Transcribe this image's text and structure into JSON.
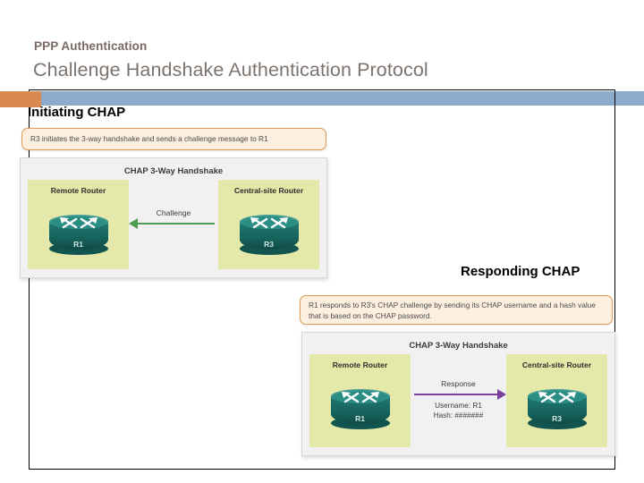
{
  "header": {
    "eyebrow": "PPP Authentication",
    "title": "Challenge Handshake Authentication Protocol",
    "accent_orange": "#d98a51",
    "accent_blue": "#8aabcc",
    "title_color": "#7b736e"
  },
  "sections": {
    "initiating": {
      "label": "Initiating CHAP",
      "callout": "R3 initiates the 3-way handshake and sends a challenge message to R1",
      "diagram": {
        "title": "CHAP 3-Way Handshake",
        "left_panel_label": "Remote Router",
        "left_router_name": "R1",
        "right_panel_label": "Central-site Router",
        "right_router_name": "R3",
        "arrow_label": "Challenge",
        "arrow_direction": "left",
        "arrow_color": "#4e9c4e",
        "panel_color": "#e4e9a9",
        "detail_lines": []
      }
    },
    "responding": {
      "label": "Responding CHAP",
      "callout": "R1 responds to R3's CHAP challenge by sending its CHAP username and a hash value that is based on the CHAP password.",
      "diagram": {
        "title": "CHAP 3-Way Handshake",
        "left_panel_label": "Remote Router",
        "left_router_name": "R1",
        "right_panel_label": "Central-site Router",
        "right_router_name": "R3",
        "arrow_label": "Response",
        "arrow_direction": "right",
        "arrow_color": "#7b3f9d",
        "panel_color": "#e4e9a9",
        "detail_lines": [
          "Username: R1",
          "Hash: #######"
        ]
      }
    }
  },
  "icons": {
    "router": "router-icon"
  }
}
